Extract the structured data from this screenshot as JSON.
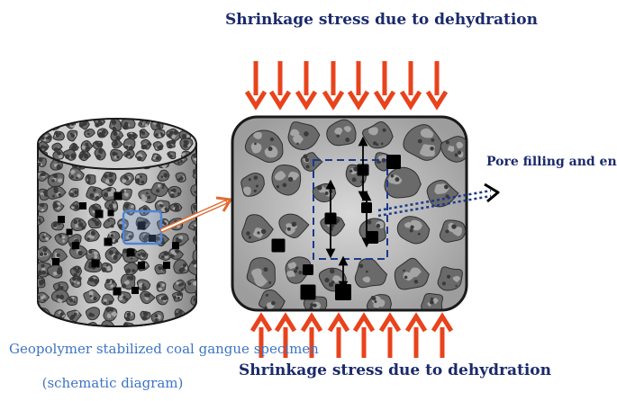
{
  "labels": {
    "top_stress": "Shrinkage stress due to dehydration",
    "bottom_stress": "Shrinkage stress due to dehydration",
    "rubber_note": "Pore filling and energy absorption of rubber powder",
    "specimen": "Geopolymer stabilized coal gangue specimen",
    "schematic": "(schematic diagram)"
  },
  "colors": {
    "stress_arrow": "#e8431c",
    "matrix_gray": "#b9b9b9",
    "aggregate_dark": "#6a6a6a",
    "aggregate_light": "#a5a5a5",
    "rubber_particle": "#000000",
    "text_navy": "#1b2a6b",
    "text_blue": "#3d74c4",
    "highlight_box": "#4f86d6",
    "dashed_zone": "#1a3a8a",
    "zoom_arrow": "#e06a30"
  }
}
